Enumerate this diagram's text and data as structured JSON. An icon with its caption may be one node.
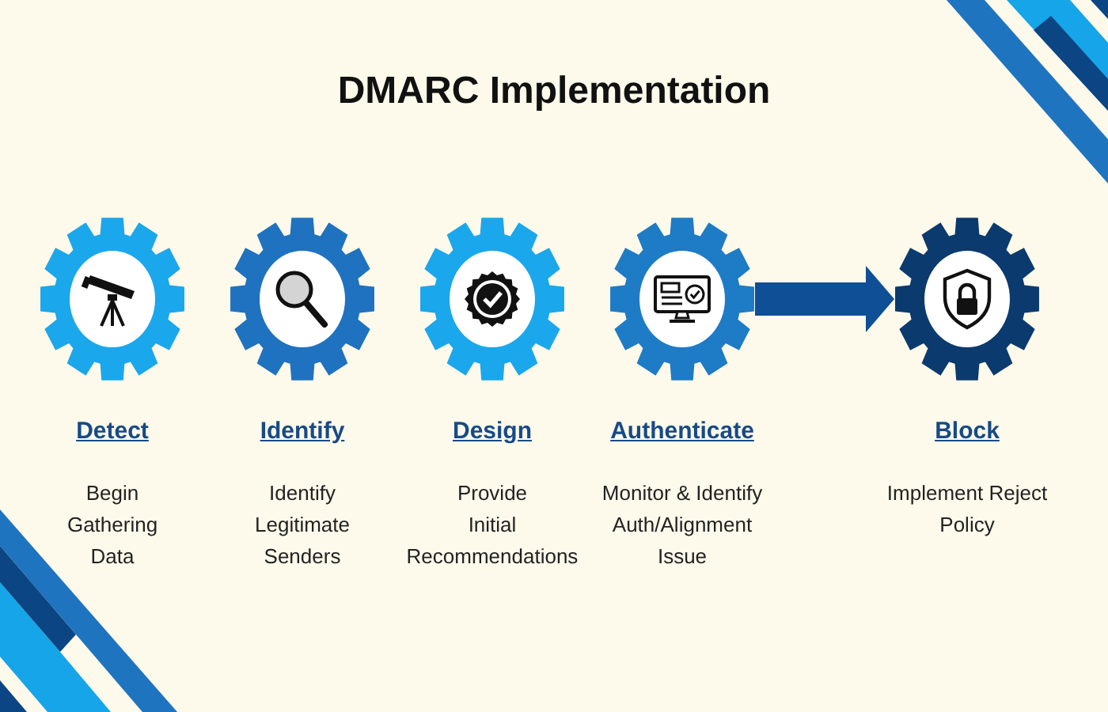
{
  "diagram": {
    "title": "DMARC Implementation",
    "nodes": [
      {
        "text": [
          "Detect",
          "Begin Gathering Data"
        ]
      },
      {
        "text": [
          "Identify",
          "Identify Legitimate Senders"
        ]
      },
      {
        "text": [
          "Design",
          "Provide Initial Recommendations"
        ]
      },
      {
        "text": [
          "Authenticate",
          "Monitor & Identify Auth/Alignment Issue"
        ]
      },
      {
        "text": [
          "Block",
          "Implement Reject Policy"
        ]
      }
    ],
    "edges": [
      {
        "from": 3,
        "to": 4,
        "arrow": "to"
      }
    ]
  }
}
